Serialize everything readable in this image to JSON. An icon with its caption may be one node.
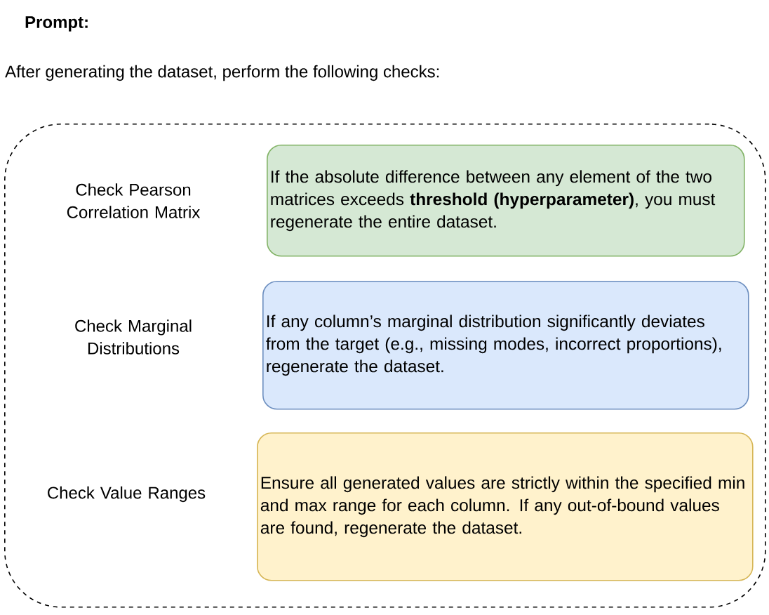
{
  "diagram": {
    "title": "Prompt:",
    "nodes": [
      {
        "text": [],
        "shape": "box"
      },
      {
        "text": [
          "If the absolute difference between any element of the two matrices exceeds **threshold (hyperparameter)**, you must regenerate the entire dataset."
        ],
        "in": 0
      },
      {
        "text": [
          "If any column’s marginal distribution significantly deviates from the target (e.g., missing modes, incorrect proportions), regenerate the dataset."
        ],
        "in": 0
      },
      {
        "text": [
          "Ensure all generated values are strictly within the specified min and max range for each column. If any out-of-bound values are found, regenerate the dataset."
        ],
        "in": 0
      }
    ],
    "edges": [],
    "labels": [
      "After generating the dataset, perform the following checks:",
      "Check Pearson Correlation Matrix",
      "Check Marginal Distributions",
      "Check Value Ranges"
    ]
  }
}
